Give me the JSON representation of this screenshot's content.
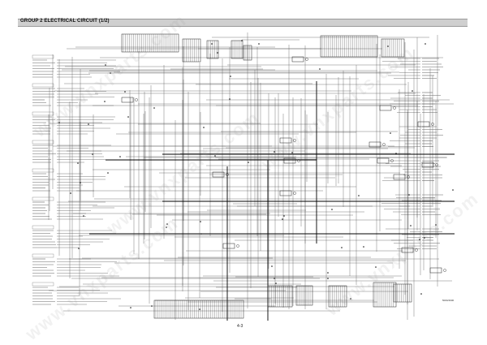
{
  "header": {
    "title": "GROUP 2  ELECTRICAL CIRCUIT (1/2)"
  },
  "footer": {
    "page_number": "4-3",
    "drawing_code": "5000/4900"
  },
  "watermark": {
    "text": "www.vnxparts.com"
  },
  "colors": {
    "header_bg": "#cfcfcf",
    "wire": "#333333",
    "heavy_wire": "#000000",
    "background": "#ffffff"
  }
}
